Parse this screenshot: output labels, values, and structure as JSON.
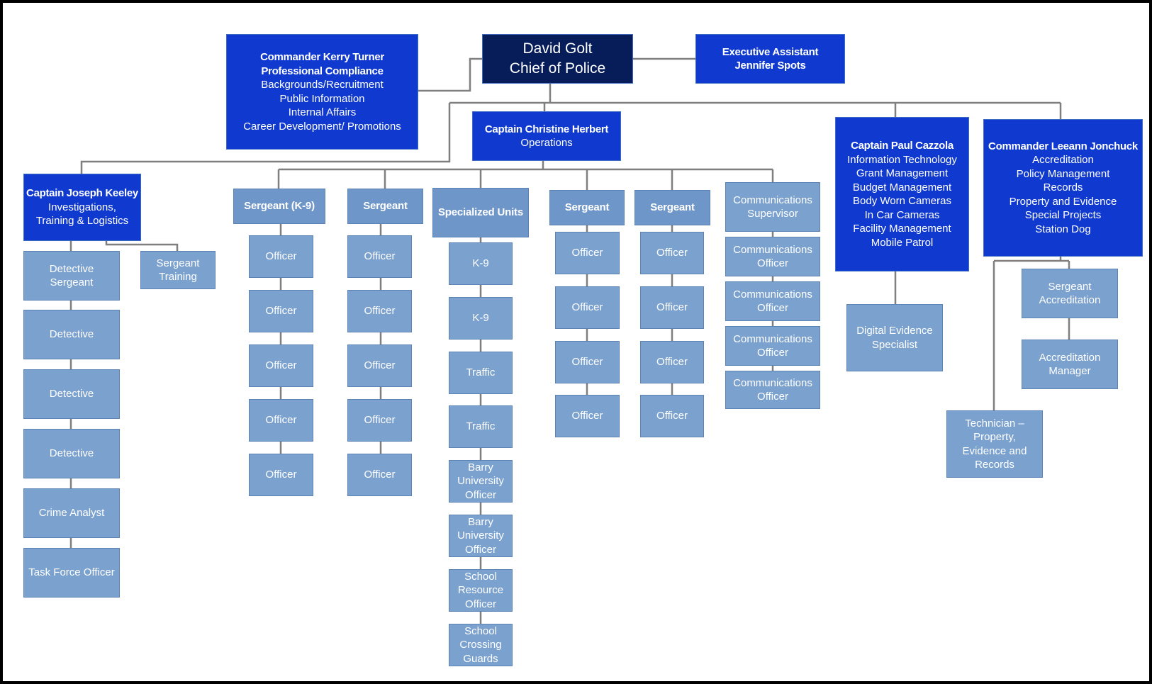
{
  "chief": {
    "name": "David Golt",
    "title": "Chief of Police"
  },
  "exec_assistant": {
    "title": "Executive Assistant",
    "name": "Jennifer Spots"
  },
  "turner": {
    "name": "Commander Kerry Turner",
    "title": "Professional Compliance",
    "duties": [
      "Backgrounds/Recruitment",
      "Public Information",
      "Internal Affairs",
      "Career Development/ Promotions"
    ]
  },
  "herbert": {
    "name": "Captain Christine Herbert",
    "title": "Operations"
  },
  "cazzola": {
    "name": "Captain Paul Cazzola",
    "duties": [
      "Information Technology",
      "Grant Management",
      "Budget Management",
      "Body Worn Cameras",
      "In Car Cameras",
      "Facility Management",
      "Mobile Patrol"
    ]
  },
  "jonchuck": {
    "name": "Commander Leeann Jonchuck",
    "duties": [
      "Accreditation",
      "Policy Management",
      "Records",
      "Property and Evidence",
      "Special Projects",
      "Station Dog"
    ]
  },
  "keeley": {
    "name": "Captain Joseph Keeley",
    "duties": [
      "Investigations,",
      "Training & Logistics"
    ]
  },
  "keeley_units": {
    "col1": [
      "Detective Sergeant",
      "Detective",
      "Detective",
      "Detective",
      "Crime Analyst",
      "Task Force Officer"
    ],
    "sergeant_training": "Sergeant Training"
  },
  "ops_columns": {
    "sgt_k9": {
      "head": "Sergeant (K-9)",
      "officers": [
        "Officer",
        "Officer",
        "Officer",
        "Officer",
        "Officer"
      ]
    },
    "sgt_a": {
      "head": "Sergeant",
      "officers": [
        "Officer",
        "Officer",
        "Officer",
        "Officer",
        "Officer"
      ]
    },
    "specialized": {
      "head": "Specialized Units",
      "units": [
        "K-9",
        "K-9",
        "Traffic",
        "Traffic",
        "Barry University Officer",
        "Barry University Officer",
        "School Resource Officer",
        "School Crossing Guards"
      ]
    },
    "sgt_b": {
      "head": "Sergeant",
      "officers": [
        "Officer",
        "Officer",
        "Officer",
        "Officer"
      ]
    },
    "sgt_c": {
      "head": "Sergeant",
      "officers": [
        "Officer",
        "Officer",
        "Officer",
        "Officer"
      ]
    },
    "communications": {
      "head": "Communications Supervisor",
      "officers": [
        "Communications Officer",
        "Communications Officer",
        "Communications Officer",
        "Communications Officer"
      ]
    }
  },
  "cazzola_units": {
    "digital_evidence": "Digital Evidence Specialist"
  },
  "jonchuck_units": {
    "sergeant_accreditation": "Sergeant Accreditation",
    "accreditation_manager": "Accreditation Manager",
    "technician": "Technician – Property, Evidence and Records"
  },
  "colors": {
    "navy": "#061d5a",
    "blue": "#0f39cf",
    "light": "#7ba1cf",
    "connector": "#7f7f7f"
  }
}
